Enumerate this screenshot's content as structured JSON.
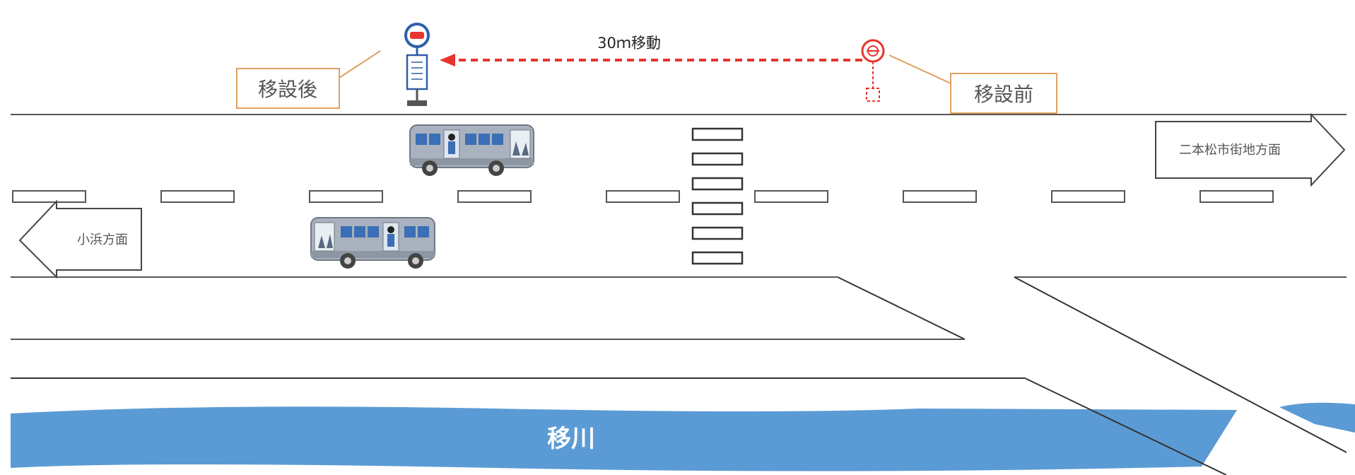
{
  "labels": {
    "after_move": "移設後",
    "before_move": "移設前",
    "move_distance": "30ｍ移動",
    "dir_right": "二本松市街地方面",
    "dir_left": "小浜方面",
    "river": "移川"
  },
  "colors": {
    "road_line": "#555555",
    "river": "#5b9bd5",
    "arrow_dashed": "#e8342e",
    "callout_border": "#e0a060",
    "leader_line": "#e0a060",
    "new_stop": "#2e5fa8",
    "old_stop": "#e8342e",
    "bus_body": "#a9b2be",
    "bus_window": "#3b6fb6"
  },
  "icons": [
    "bus-stop-new-icon",
    "bus-stop-old-icon",
    "bus-icon",
    "crosswalk-icon"
  ]
}
